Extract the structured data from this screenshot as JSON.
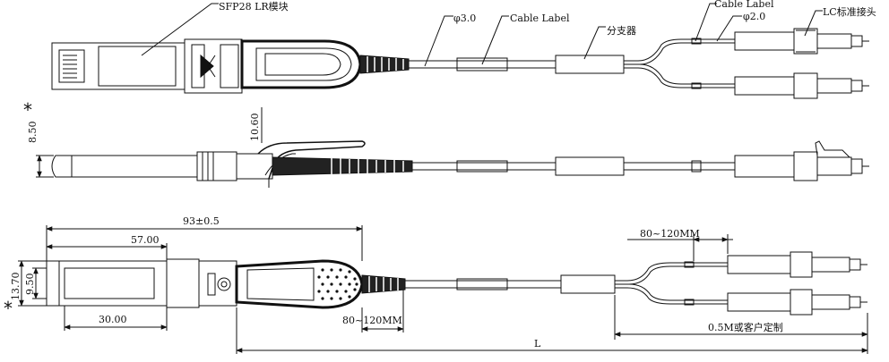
{
  "labels": {
    "module": "SFP28 LR模块",
    "dia_main": "φ3.0",
    "cable_label_main": "Cable Label",
    "splitter": "分支器",
    "cable_label_branch": "Cable Label",
    "dia_branch": "φ2.0",
    "connector": "LC标准接头"
  },
  "dims": {
    "height_side": "8.50",
    "height_latch": "10.60",
    "overall_module": "93±0.5",
    "body_length": "57.00",
    "housing_length": "30.00",
    "height_outer": "13.70",
    "height_inner": "9.50",
    "pull_length": "80~120MM",
    "breakout_length": "80~120MM",
    "branch_length": "0.5M或客户定制",
    "total_length": "L"
  },
  "marks": {
    "star": "*"
  },
  "colors": {
    "line": "#111111",
    "boot": "#222222"
  }
}
